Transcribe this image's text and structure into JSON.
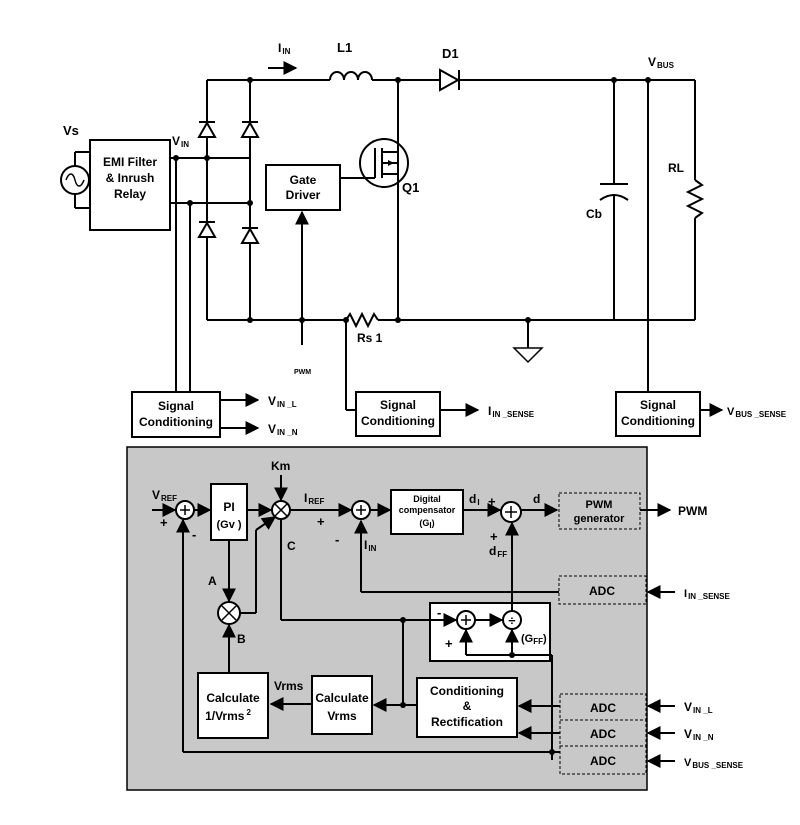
{
  "colors": {
    "controller_bg": "#c8c8c8",
    "line": "#000000",
    "block": "#ffffff"
  },
  "icons": [
    "ac-source-icon",
    "diode-icon",
    "inductor-icon",
    "mosfet-icon",
    "capacitor-icon",
    "resistor-icon",
    "ground-icon",
    "summing-junction-icon",
    "multiplier-icon",
    "divider-icon",
    "arrow-icon"
  ],
  "power_stage": {
    "source": "Vs",
    "emi_filter": [
      "EMI Filter",
      "& Inrush",
      "Relay"
    ],
    "vin_label": "V",
    "vin_sub": "IN",
    "iin_label": "I",
    "iin_sub": "IN",
    "inductor": "L1",
    "diode": "D1",
    "switch": "Q1",
    "vbus_label": "V",
    "vbus_sub": "BUS",
    "capacitor": "Cb",
    "load": "RL",
    "shunt": "Rs 1",
    "gate_driver": [
      "Gate",
      "Driver"
    ],
    "pwm_in": "PWM"
  },
  "signal_conditioning": {
    "label_line1": "Signal",
    "label_line2": "Conditioning",
    "vin_l": "V",
    "vin_l_sub": "IN _L",
    "vin_n": "V",
    "vin_n_sub": "IN _N",
    "iin_sense": "I",
    "iin_sense_sub": "IN _SENSE",
    "vbus_sense": "V",
    "vbus_sense_sub": "BUS _SENSE"
  },
  "controller": {
    "vref": "V",
    "vref_sub": "REF",
    "pi": [
      "PI",
      "(Gv )"
    ],
    "km": "Km",
    "iref": "I",
    "iref_sub": "REF",
    "compensator": [
      "Digital",
      "compensator",
      "(G",
      "I",
      ")"
    ],
    "di": "d",
    "di_sub": "I",
    "d": "d",
    "dff": "d",
    "dff_sub": "FF",
    "pwm_gen": [
      "PWM",
      "generator"
    ],
    "pwm_out": "PWM",
    "iin": "I",
    "iin_sub": "IN",
    "node_a": "A",
    "node_b": "B",
    "node_c": "C",
    "plus": "+",
    "minus": "-",
    "div": "÷",
    "gff": "(G",
    "gff_sub": "FF",
    "gff_close": ")",
    "calc_inv": [
      "Calculate",
      "1/Vrms",
      "2"
    ],
    "calc_vrms": [
      "Calculate",
      "Vrms"
    ],
    "vrms": "Vrms",
    "cond_rect": [
      "Conditioning",
      "&",
      "Rectification"
    ],
    "adc": "ADC",
    "in_iin_sense": "I",
    "in_iin_sense_sub": "IN _SENSE",
    "in_vin_l": "V",
    "in_vin_l_sub": "IN _L",
    "in_vin_n": "V",
    "in_vin_n_sub": "IN _N",
    "in_vbus_sense": "V",
    "in_vbus_sense_sub": "BUS _SENSE"
  }
}
